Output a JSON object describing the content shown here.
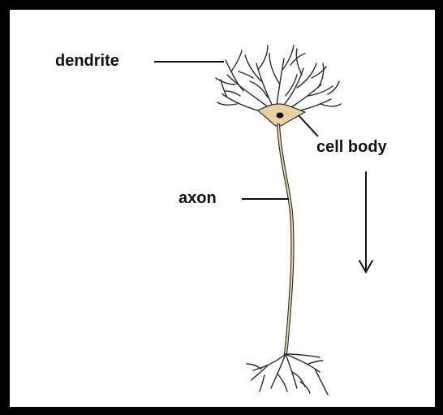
{
  "labels": {
    "dendrite": "dendrite",
    "cell_body": "cell body",
    "axon": "axon"
  },
  "colors": {
    "frame": "#000000",
    "background": "#ffffff",
    "neuron_stroke": "#2a2a2a",
    "neuron_fill": "#e8d2a4",
    "nucleus": "#111111"
  },
  "icons": {
    "signal_direction": "down-arrow"
  }
}
